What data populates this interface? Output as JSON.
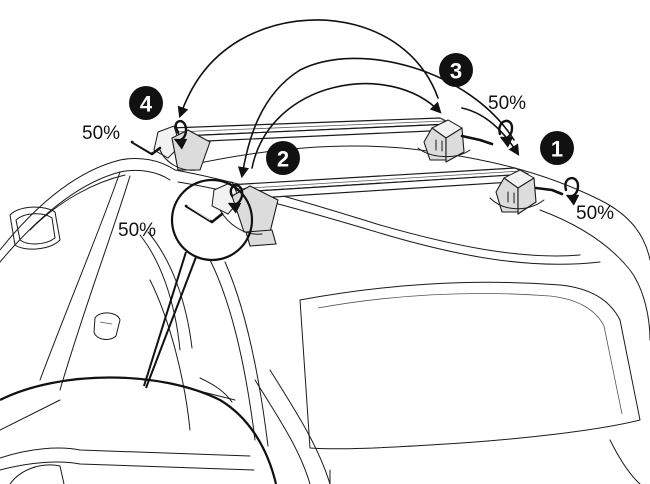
{
  "steps": [
    {
      "number": "1"
    },
    {
      "number": "2"
    },
    {
      "number": "3"
    },
    {
      "number": "4"
    }
  ],
  "torque_labels": [
    {
      "text": "50%"
    },
    {
      "text": "50%"
    },
    {
      "text": "50%"
    },
    {
      "text": "50%"
    }
  ],
  "colors": {
    "ink": "#111111",
    "foot_fill": "#dcdcdc",
    "background": "#ffffff"
  },
  "icons": {
    "step_badge": "black-circle-number",
    "tool": "hex-key-wrench-icon",
    "rotation": "clockwise-rotation-arrow-icon"
  }
}
